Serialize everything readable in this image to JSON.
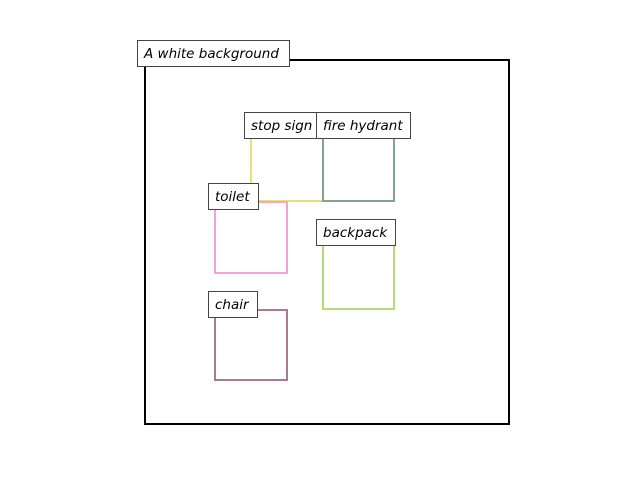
{
  "scene": {
    "background_label": "A white background",
    "frame_color": "#000000"
  },
  "objects": [
    {
      "name": "stop sign",
      "color": "#e4e472"
    },
    {
      "name": "fire hydrant",
      "color": "#7fa58f"
    },
    {
      "name": "toilet",
      "color": "#f2a3d8"
    },
    {
      "name": "backpack",
      "color": "#b5dc72"
    },
    {
      "name": "chair",
      "color": "#a77c94"
    }
  ]
}
